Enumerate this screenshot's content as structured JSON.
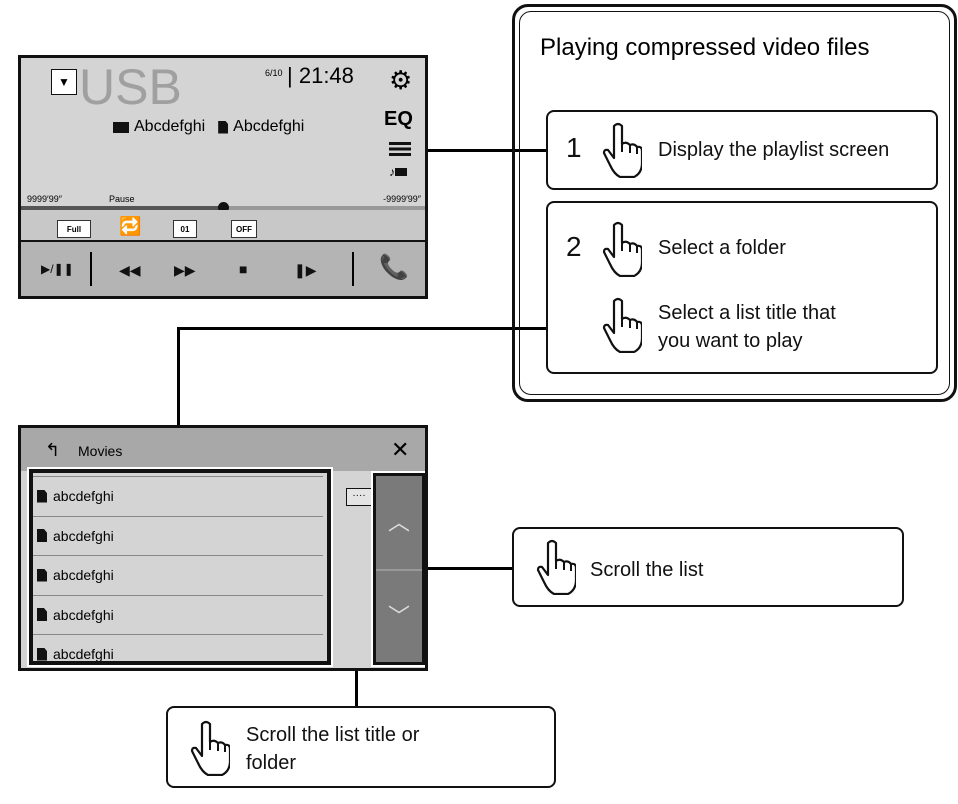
{
  "player": {
    "source": "USB",
    "track_count": "6/10",
    "clock": "21:48",
    "folder": "Abcdefghi",
    "file": "Abcdefghi",
    "eq_label": "EQ",
    "elapsed": "9999′99″",
    "remaining": "-9999′99″",
    "status": "Pause",
    "progress_percent": 50,
    "tags": {
      "aspect": "Full",
      "audio": "01",
      "subtitle": "OFF"
    }
  },
  "panel": {
    "title": "Playing compressed video files",
    "step1": {
      "number": "1",
      "text": "Display the playlist screen"
    },
    "step2": {
      "number": "2",
      "text_a": "Select a folder",
      "text_b_line1": "Select a list title that",
      "text_b_line2": "you want to play"
    }
  },
  "list": {
    "folder": "Movies",
    "items": [
      "abcdefghi",
      "abcdefghi",
      "abcdefghi",
      "abcdefghi",
      "abcdefghi"
    ],
    "more_label": "····"
  },
  "callouts": {
    "scroll_list": "Scroll the list",
    "scroll_title_line1": "Scroll the list title or",
    "scroll_title_line2": "folder"
  }
}
